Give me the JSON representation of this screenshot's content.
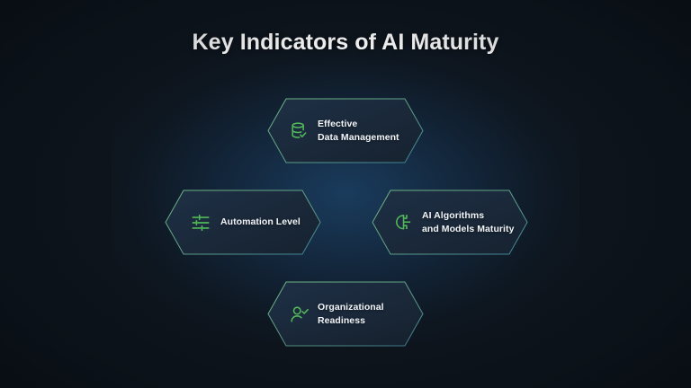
{
  "page": {
    "title": "Key Indicators of AI Maturity",
    "background": {
      "edge_color": "#0b131c",
      "center_color": "#1b5490"
    }
  },
  "theme": {
    "icon_color": "#52b85a",
    "card_fill": "#1b2a3c",
    "card_border": "#63a777",
    "text_color": "#f2f5f8"
  },
  "cards": [
    {
      "id": "effective-data-management",
      "label": "Effective\nData Management",
      "icon": "database-check-icon",
      "position": "top"
    },
    {
      "id": "automation-level",
      "label": "Automation Level",
      "icon": "sliders-icon",
      "position": "left"
    },
    {
      "id": "ai-algorithms-and-models-maturity",
      "label": "AI Algorithms\nand Models Maturity",
      "icon": "brain-circuit-icon",
      "position": "right"
    },
    {
      "id": "organizational-readiness",
      "label": "Organizational\nReadiness",
      "icon": "user-check-icon",
      "position": "bottom"
    }
  ]
}
